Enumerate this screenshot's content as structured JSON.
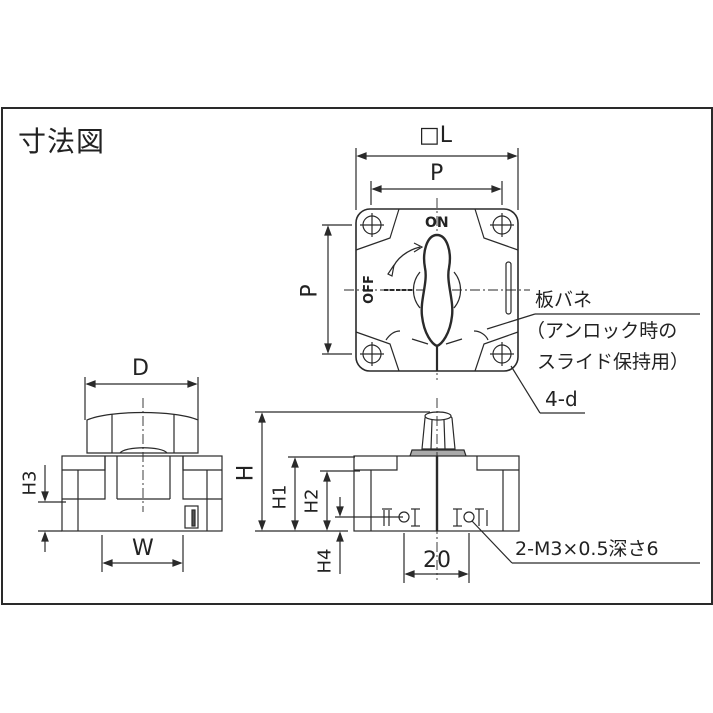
{
  "title": "寸法図",
  "colors": {
    "line": "#2a2a2a",
    "fill": "#d8d8d8",
    "background": "#ffffff"
  },
  "top_view": {
    "size_label": "□L",
    "pitch_label_h": "P",
    "pitch_label_v": "P",
    "on_label": "ON",
    "off_label": "OFF"
  },
  "callouts": {
    "leaf_spring": "板バネ",
    "leaf_spring_note_1": "（アンロック時の",
    "leaf_spring_note_2": "スライド保持用）",
    "holes": "4-d",
    "tapped_holes": "2-M3×0.5深さ6"
  },
  "side_view": {
    "width_label_top": "D",
    "width_label_bottom": "W",
    "h3_label": "H3"
  },
  "front_view": {
    "h_label": "H",
    "h1_label": "H1",
    "h2_label": "H2",
    "h4_label": "H4",
    "spacing_label": "20"
  }
}
